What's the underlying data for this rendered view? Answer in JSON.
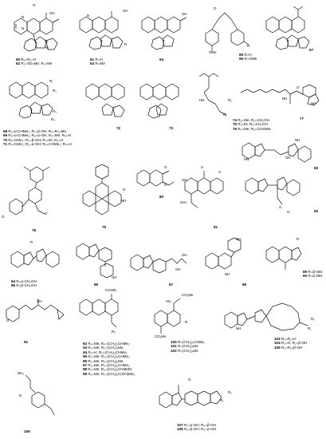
{
  "compounds": [
    {
      "id": "c60-62",
      "lines": [
        {
          "num": "60",
          "text": "R₁=R₂=H"
        },
        {
          "num": "62",
          "text": "R₁=SO₃Me; R₂=Me"
        }
      ]
    },
    {
      "id": "c61-63",
      "lines": [
        {
          "num": "61",
          "text": "R=H"
        },
        {
          "num": "63",
          "text": "R=Me"
        }
      ]
    },
    {
      "id": "c64",
      "lines": [
        {
          "num": "64",
          "text": ""
        }
      ]
    },
    {
      "id": "c65-66",
      "lines": [
        {
          "num": "65",
          "text": "R=H"
        },
        {
          "num": "66",
          "text": "R=OMe"
        }
      ]
    },
    {
      "id": "c67",
      "lines": [
        {
          "num": "67",
          "text": ""
        }
      ]
    },
    {
      "id": "c68-71",
      "lines": [
        {
          "num": "68",
          "text": "R₁=α-CHMe₂; R₂=β-OH; R₃=R₄=Me"
        },
        {
          "num": "69",
          "text": "R₁=α-CHMe₂; R₂=α-OH; R₃=Me; R₄=H"
        },
        {
          "num": "70",
          "text": "R₁=CMe₂; R₂=β-OH; R₃=Et; R₄=H"
        },
        {
          "num": "71",
          "text": "R₁=CMe₂; R₂=α-OH; R₃=CHMe₂; R₄=H"
        }
      ]
    },
    {
      "id": "c72",
      "lines": [
        {
          "num": "72",
          "text": ""
        }
      ]
    },
    {
      "id": "c73",
      "lines": [
        {
          "num": "73",
          "text": ""
        }
      ]
    },
    {
      "id": "c74-76",
      "lines": [
        {
          "num": "74",
          "text": "R₁=Me; R₂=CH₂OH"
        },
        {
          "num": "75",
          "text": "R₁=Et; R₂=CH₂OH"
        },
        {
          "num": "76",
          "text": "R₁=Me; R₂=COOMe"
        }
      ]
    },
    {
      "id": "c77",
      "lines": [
        {
          "num": "77",
          "text": ""
        }
      ]
    },
    {
      "id": "c78",
      "lines": [
        {
          "num": "78",
          "text": ""
        }
      ]
    },
    {
      "id": "c79",
      "lines": [
        {
          "num": "79",
          "text": ""
        }
      ]
    },
    {
      "id": "c80",
      "lines": [
        {
          "num": "80",
          "text": ""
        }
      ]
    },
    {
      "id": "c81",
      "lines": [
        {
          "num": "81",
          "text": ""
        }
      ]
    },
    {
      "id": "c82",
      "lines": [
        {
          "num": "82",
          "text": ""
        }
      ]
    },
    {
      "id": "c83",
      "lines": [
        {
          "num": "83",
          "text": ""
        }
      ]
    },
    {
      "id": "c84-85",
      "lines": [
        {
          "num": "84",
          "text": "R=α-CH₂OH"
        },
        {
          "num": "85",
          "text": "R=β-CH₂OH"
        }
      ]
    },
    {
      "id": "c86",
      "lines": [
        {
          "num": "86",
          "text": ""
        }
      ]
    },
    {
      "id": "c87",
      "lines": [
        {
          "num": "87",
          "text": ""
        }
      ]
    },
    {
      "id": "c88",
      "lines": [
        {
          "num": "88",
          "text": ""
        }
      ]
    },
    {
      "id": "c89-90",
      "lines": [
        {
          "num": "89",
          "text": "R=β-OEt"
        },
        {
          "num": "90",
          "text": "R=α-OEt"
        }
      ]
    },
    {
      "id": "c91",
      "lines": [
        {
          "num": "91",
          "text": ""
        }
      ]
    },
    {
      "id": "c92-99",
      "lines": [
        {
          "num": "92",
          "text": "R₁=Me; R₂=(CH₂)₂CHMe₂"
        },
        {
          "num": "93",
          "text": "R₁=Me; R₂=(CH₂)₃Me"
        },
        {
          "num": "94",
          "text": "R₁=H; R₂=(CH₂)₂CHMe₂"
        },
        {
          "num": "95",
          "text": "R₁=Me; R₂=(CH₂)₃CHMe₂"
        },
        {
          "num": "96",
          "text": "R₁=Me; R₂=(CH₂)₄Me"
        },
        {
          "num": "97",
          "text": "R₁=Me; R₂=(CH₂)₃CHMe₂"
        },
        {
          "num": "98",
          "text": "R₁=Me; R₂=(CH₂)₂CHMeEt"
        },
        {
          "num": "99",
          "text": "R₁=Me; R₂=(CH₂)₂C(OH)Me₂"
        }
      ]
    },
    {
      "id": "c100-102",
      "lines": [
        {
          "num": "100",
          "text": "R=(CH₂)₂CHMe₂"
        },
        {
          "num": "101",
          "text": "R=(CH₂)₃Me"
        },
        {
          "num": "102",
          "text": "R=(CH₂)₄Me"
        }
      ]
    },
    {
      "id": "c103-105",
      "lines": [
        {
          "num": "103",
          "text": "R₁=R₂=H"
        },
        {
          "num": "104",
          "text": "R₁=O; R₂=β-OH"
        },
        {
          "num": "105",
          "text": "R₁=R₂=β-OH"
        }
      ]
    },
    {
      "id": "c106",
      "lines": [
        {
          "num": "106",
          "text": ""
        }
      ]
    },
    {
      "id": "c107-108",
      "lines": [
        {
          "num": "107",
          "text": "R₁=α-OH; R₂=β-OH"
        },
        {
          "num": "108",
          "text": "R₁=β-OH; R₂=α-OH"
        }
      ]
    }
  ],
  "atom_labels": {
    "N": "N",
    "O": "O",
    "NH": "NH",
    "HN": "HN",
    "OH": "OH",
    "HO": "HO",
    "S": "S",
    "H": "H",
    "R": "R",
    "R1": "R₁",
    "R2": "R₂",
    "R3": "R₃",
    "R4": "R₄",
    "OMe": "OMe",
    "COOMe": "COOMe",
    "COOR1": "COOR₁",
    "CO2Me": "CO₂Me",
    "NH2": "NH₂",
    "MeO": "MeO",
    "OAc": "OAc",
    "CHO": "O"
  }
}
